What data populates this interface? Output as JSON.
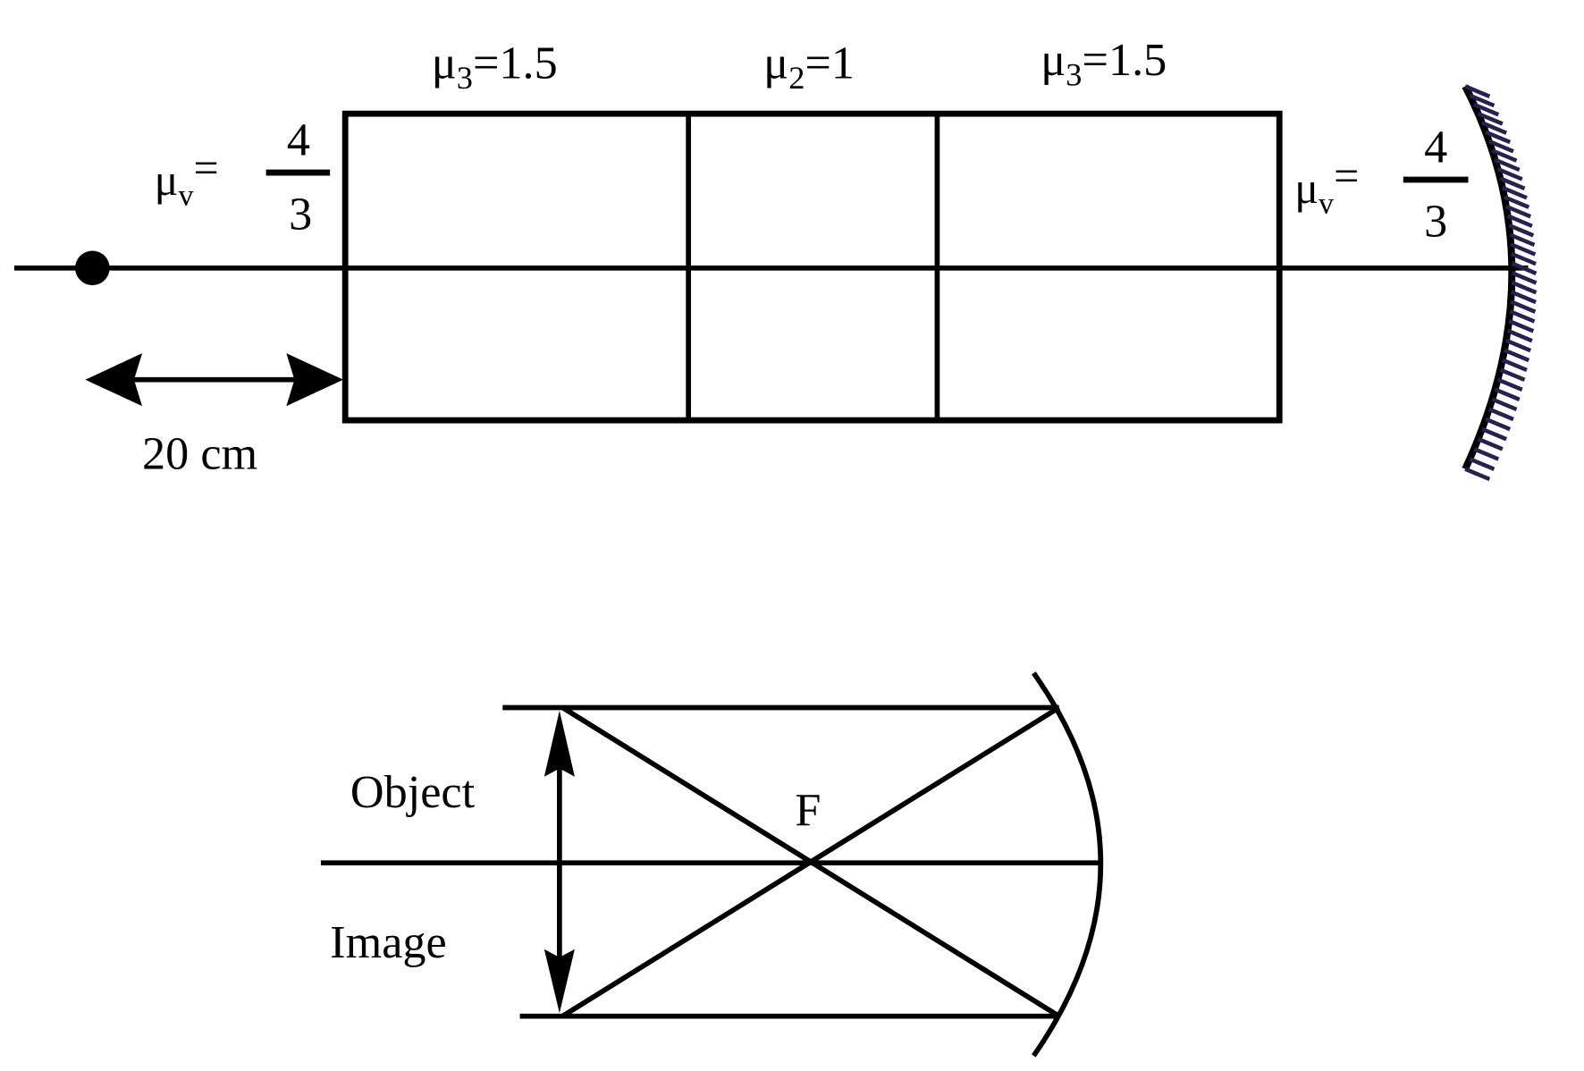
{
  "top_diagram": {
    "media": [
      {
        "symbol": "μ",
        "sub": "3",
        "value": "=1.5"
      },
      {
        "symbol": "μ",
        "sub": "2",
        "value": "=1"
      },
      {
        "symbol": "μ",
        "sub": "3",
        "value": "=1.5"
      }
    ],
    "left_medium": {
      "symbol": "μ",
      "sub": "v",
      "eq": "=",
      "num": "4",
      "den": "3"
    },
    "right_medium": {
      "symbol": "μ",
      "sub": "v",
      "eq": "=",
      "num": "4",
      "den": "3"
    },
    "distance_label": "20 cm"
  },
  "bottom_diagram": {
    "object_label": "Object",
    "image_label": "Image",
    "focus_label": "F"
  },
  "colors": {
    "line": "#000000",
    "hatch": "#2a2050"
  }
}
